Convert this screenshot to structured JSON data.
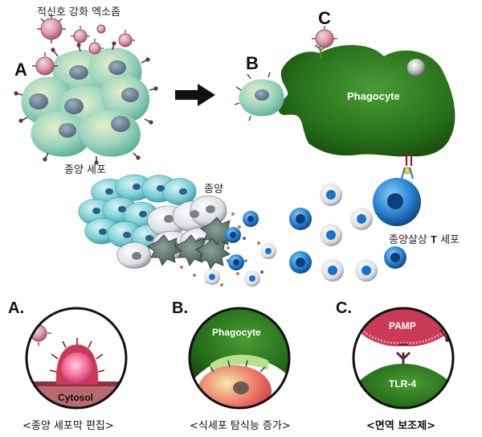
{
  "top": {
    "exosome_label": "적신호 강화 엑소좀",
    "tumor_cell_label": "종양 세포",
    "label_a": "A",
    "label_b": "B",
    "label_c": "C",
    "phagocyte_label": "Phagocyte"
  },
  "middle": {
    "tumor_label": "종양",
    "tcell_label_prefix": "종양살상 ",
    "tcell_label_T": "T",
    "tcell_label_suffix": " 세포"
  },
  "panels": [
    {
      "letter": "A.",
      "inner_label": "Cytosol",
      "caption": "<종양 세포막 편집>"
    },
    {
      "letter": "B.",
      "inner_label": "Phagocyte",
      "caption": "<식세포 탐식능 증가>"
    },
    {
      "letter": "C.",
      "inner_label_top": "PAMP",
      "inner_label_bottom": "TLR-4",
      "caption": "<면역 보조제>"
    }
  ],
  "colors": {
    "phagocyte_dark": "#1f5a12",
    "phagocyte_light": "#3f8d2a",
    "tcell_blue": "#1a73c9",
    "exosome_pink": "#d98ea0",
    "tumor_teal": "#86cdb8",
    "pamp_red": "#c93a55"
  }
}
